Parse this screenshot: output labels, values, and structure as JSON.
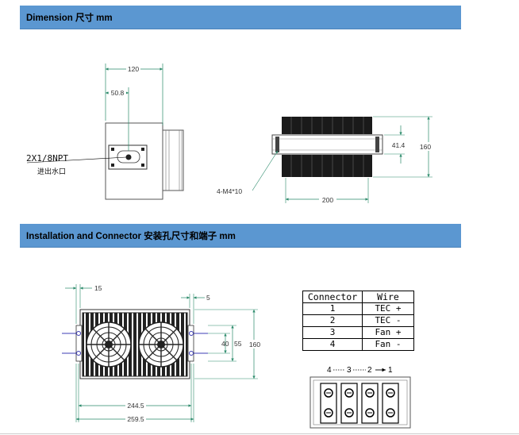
{
  "sections": {
    "dimension_title": "Dimension  尺寸  mm",
    "installation_title": "Installation and Connector  安装孔尺寸和端子  mm"
  },
  "front_view": {
    "dim_width": "120",
    "dim_offset": "50.8",
    "port_label": "2X1/8NPT",
    "port_label_cn": "进出水口"
  },
  "side_view": {
    "dim_height": "160",
    "dim_inner": "41.4",
    "dim_length": "200",
    "screw_label": "4-M4*10"
  },
  "install_view": {
    "dim_15": "15",
    "dim_5": "5",
    "dim_40": "40",
    "dim_55": "55",
    "dim_160": "160",
    "dim_2445": "244.5",
    "dim_2595": "259.5"
  },
  "connector_table": {
    "headers": [
      "Connector",
      "Wire"
    ],
    "rows": [
      {
        "connector": "1",
        "wire": "TEC  +"
      },
      {
        "connector": "2",
        "wire": "TEC  -"
      },
      {
        "connector": "3",
        "wire": "Fan  +"
      },
      {
        "connector": "4",
        "wire": "Fan  -"
      }
    ]
  },
  "terminal_block": {
    "numbers": [
      "4",
      "3",
      "2",
      "1"
    ]
  }
}
